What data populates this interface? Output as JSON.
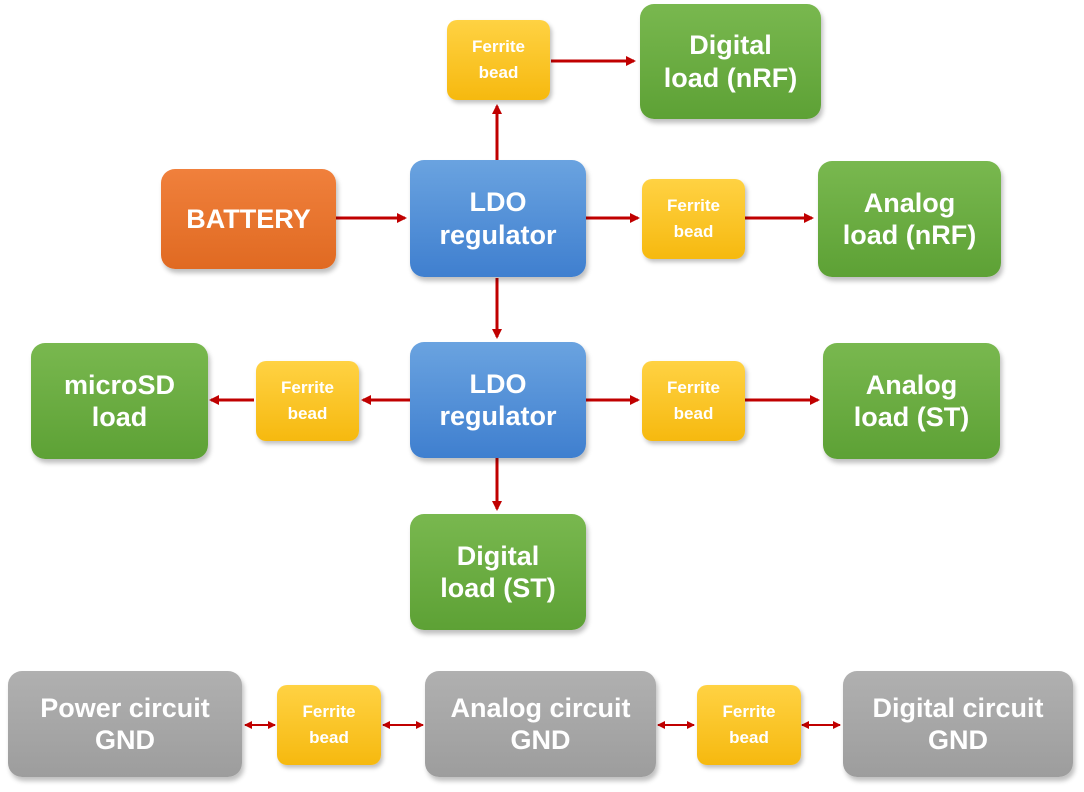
{
  "colors": {
    "battery": "#e8742c",
    "regulator": "#4f8fd8",
    "load": "#6aab40",
    "ferrite": "#fbc52a",
    "ground": "#a6a6a6",
    "arrow": "#c00000"
  },
  "nodes": {
    "battery": {
      "line1": "BATTERY"
    },
    "ldo1": {
      "line1": "LDO",
      "line2": "regulator"
    },
    "ldo2": {
      "line1": "LDO",
      "line2": "regulator"
    },
    "fb_top": {
      "line1": "Ferrite",
      "line2": "bead"
    },
    "fb_nrf_analog": {
      "line1": "Ferrite",
      "line2": "bead"
    },
    "fb_microsd": {
      "line1": "Ferrite",
      "line2": "bead"
    },
    "fb_st_analog": {
      "line1": "Ferrite",
      "line2": "bead"
    },
    "fb_gnd_left": {
      "line1": "Ferrite",
      "line2": "bead"
    },
    "fb_gnd_right": {
      "line1": "Ferrite",
      "line2": "bead"
    },
    "digital_nrf": {
      "line1": "Digital",
      "line2": "load (nRF)"
    },
    "analog_nrf": {
      "line1": "Analog",
      "line2": "load (nRF)"
    },
    "microsd": {
      "line1": "microSD",
      "line2": "load"
    },
    "analog_st": {
      "line1": "Analog",
      "line2": "load (ST)"
    },
    "digital_st": {
      "line1": "Digital",
      "line2": "load (ST)"
    },
    "power_gnd": {
      "line1": "Power circuit",
      "line2": "GND"
    },
    "analog_gnd": {
      "line1": "Analog circuit",
      "line2": "GND"
    },
    "digital_gnd": {
      "line1": "Digital circuit",
      "line2": "GND"
    }
  }
}
